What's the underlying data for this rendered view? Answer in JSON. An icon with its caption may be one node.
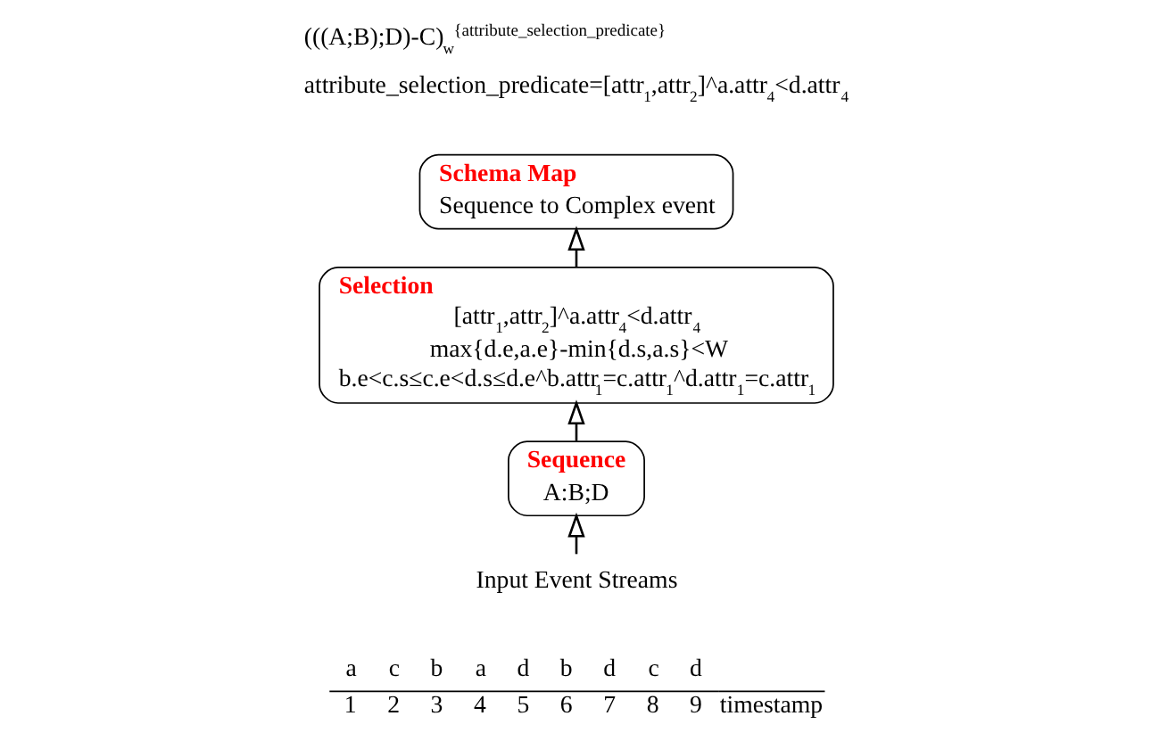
{
  "diagram": {
    "title": "(((A;B);D)-C)$_{w}$",
    "nodes": [
      {
        "text": [
          "Schema Map",
          "Sequence to Complex event"
        ]
      },
      {
        "text": [
          "Selection",
          "[attr$_{1}$,attr$_{2}$]^a.attr$_{4}$<d.attr$_{4}$",
          "max{d.e,a.e}-min{d.s,a.s}<W",
          "b.e<c.s≤c.e<d.s≤d.e^b.attr$_{1}$=c.attr$_{1}$^d.attr$_{1}$=c.attr$_{1}$"
        ]
      },
      {
        "text": [
          "Sequence",
          "A:B;D"
        ]
      },
      {
        "text": [
          "Input Event Streams"
        ]
      }
    ],
    "edges": [
      {
        "from": 3,
        "to": 2,
        "arrow": "to"
      },
      {
        "from": 2,
        "to": 1,
        "arrow": "to"
      },
      {
        "from": 1,
        "to": 0,
        "arrow": "to"
      }
    ],
    "labels": [
      "{attribute_selection_predicate}",
      "attribute_selection_predicate=[attr$_{1}$,attr$_{2}$]^a.attr$_{4}$<d.attr$_{4}$",
      "a",
      "c",
      "b",
      "a",
      "d",
      "b",
      "d",
      "c",
      "d",
      "1",
      "2",
      "3",
      "4",
      "5",
      "6",
      "7",
      "8",
      "9",
      "timestamp"
    ]
  }
}
